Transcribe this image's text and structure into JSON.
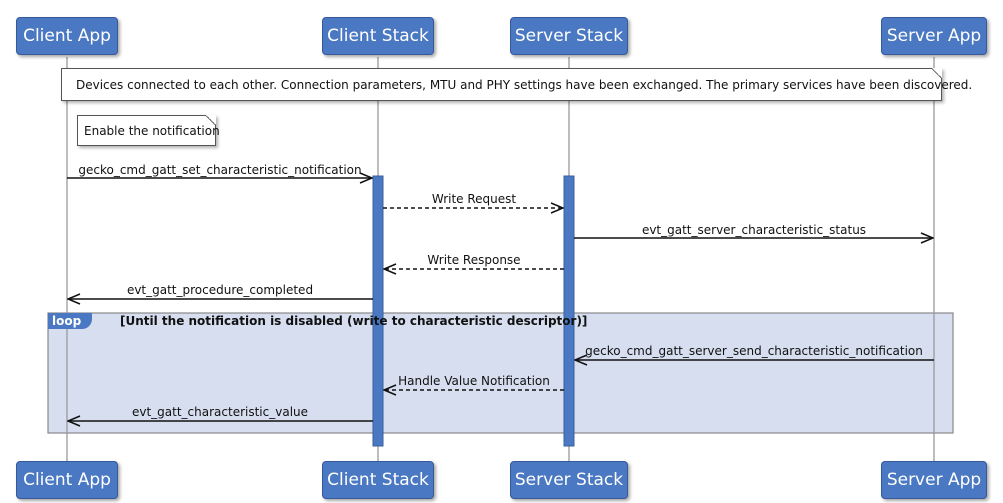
{
  "participants": {
    "client_app": "Client App",
    "client_stack": "Client Stack",
    "server_stack": "Server Stack",
    "server_app": "Server App"
  },
  "notes": {
    "connected": "Devices connected to each other. Connection parameters, MTU and PHY settings have been exchanged. The primary services have been discovered.",
    "enable": "Enable the notification"
  },
  "messages": {
    "set_notification": "gecko_cmd_gatt_set_characteristic_notification",
    "write_request": "Write Request",
    "server_char_status": "evt_gatt_server_characteristic_status",
    "write_response": "Write Response",
    "procedure_completed": "evt_gatt_procedure_completed",
    "send_notification": "gecko_cmd_gatt_server_send_characteristic_notification",
    "handle_value_notification": "Handle Value Notification",
    "characteristic_value": "evt_gatt_characteristic_value"
  },
  "loop": {
    "tag": "loop",
    "condition": "[Until the notification is disabled (write to characteristic descriptor)]"
  },
  "colors": {
    "participant_fill": "#4a78c2",
    "loop_fill": "#d6def0",
    "activation_fill": "#4a78c2"
  }
}
